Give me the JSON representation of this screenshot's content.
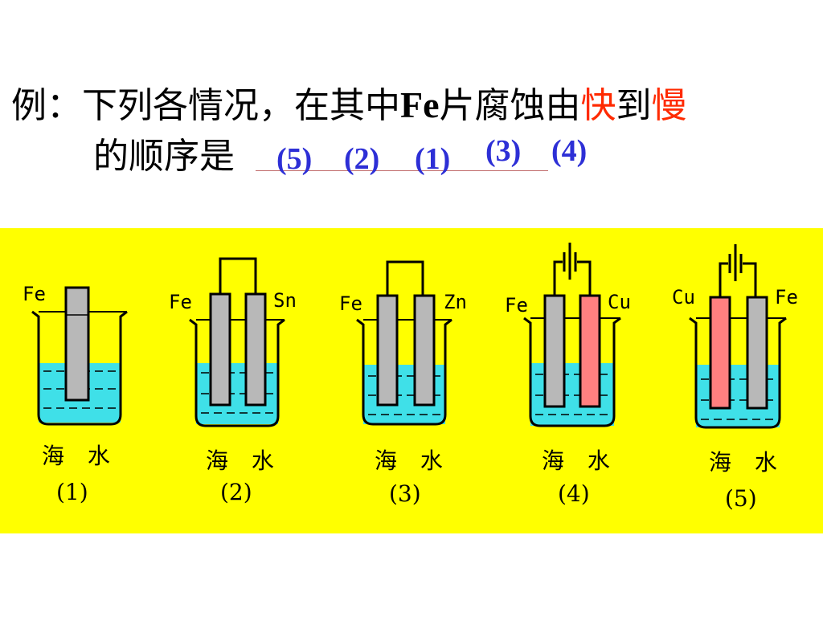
{
  "question": {
    "prefix": "例：下列各情况，在其中",
    "fe": "Fe",
    "middle": "片腐蚀由",
    "fast": "快",
    "to": "到",
    "slow": "慢",
    "line2": "的顺序是"
  },
  "answers": [
    "(5)",
    "(2)",
    "(1)",
    "(3)",
    "(4)"
  ],
  "beakers": [
    {
      "id": "1",
      "left_label": "Fe",
      "right_label": "",
      "caption": "海 水",
      "number": "(1)"
    },
    {
      "id": "2",
      "left_label": "Fe",
      "right_label": "Sn",
      "caption": "海 水",
      "number": "(2)"
    },
    {
      "id": "3",
      "left_label": "Fe",
      "right_label": "Zn",
      "caption": "海 水",
      "number": "(3)"
    },
    {
      "id": "4",
      "left_label": "Fe",
      "right_label": "Cu",
      "caption": "海 水",
      "number": "(4)"
    },
    {
      "id": "5",
      "left_label": "Cu",
      "right_label": "Fe",
      "caption": "海 水",
      "number": "(5)"
    }
  ],
  "colors": {
    "panel": "#ffff00",
    "water": "#3fe0e8",
    "electrode_gray": "#b8b8b8",
    "electrode_copper": "#ff8080",
    "answer_text": "#2d2fd6",
    "emphasis_red": "#ff2a00"
  }
}
